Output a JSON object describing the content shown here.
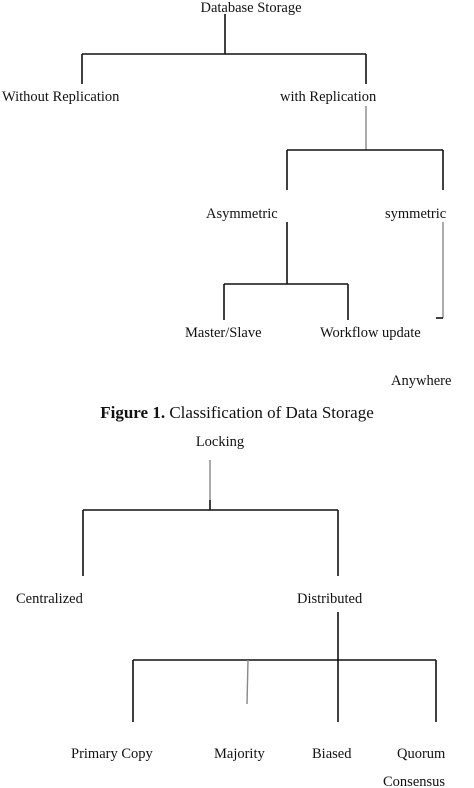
{
  "figure1": {
    "root": "Database Storage",
    "without_replication": "Without Replication",
    "with_replication": "with Replication",
    "asymmetric": "Asymmetric",
    "symmetric": "symmetric",
    "master_slave": "Master/Slave",
    "workflow_update": "Workflow update",
    "anywhere": "Anywhere",
    "caption_label": "Figure 1.",
    "caption_text": " Classification of Data Storage"
  },
  "figure2": {
    "root": "Locking",
    "centralized": "Centralized",
    "distributed": "Distributed",
    "primary_copy": "Primary Copy",
    "majority": "Majority",
    "biased": "Biased",
    "quorum": "Quorum",
    "consensus": "Consensus"
  }
}
